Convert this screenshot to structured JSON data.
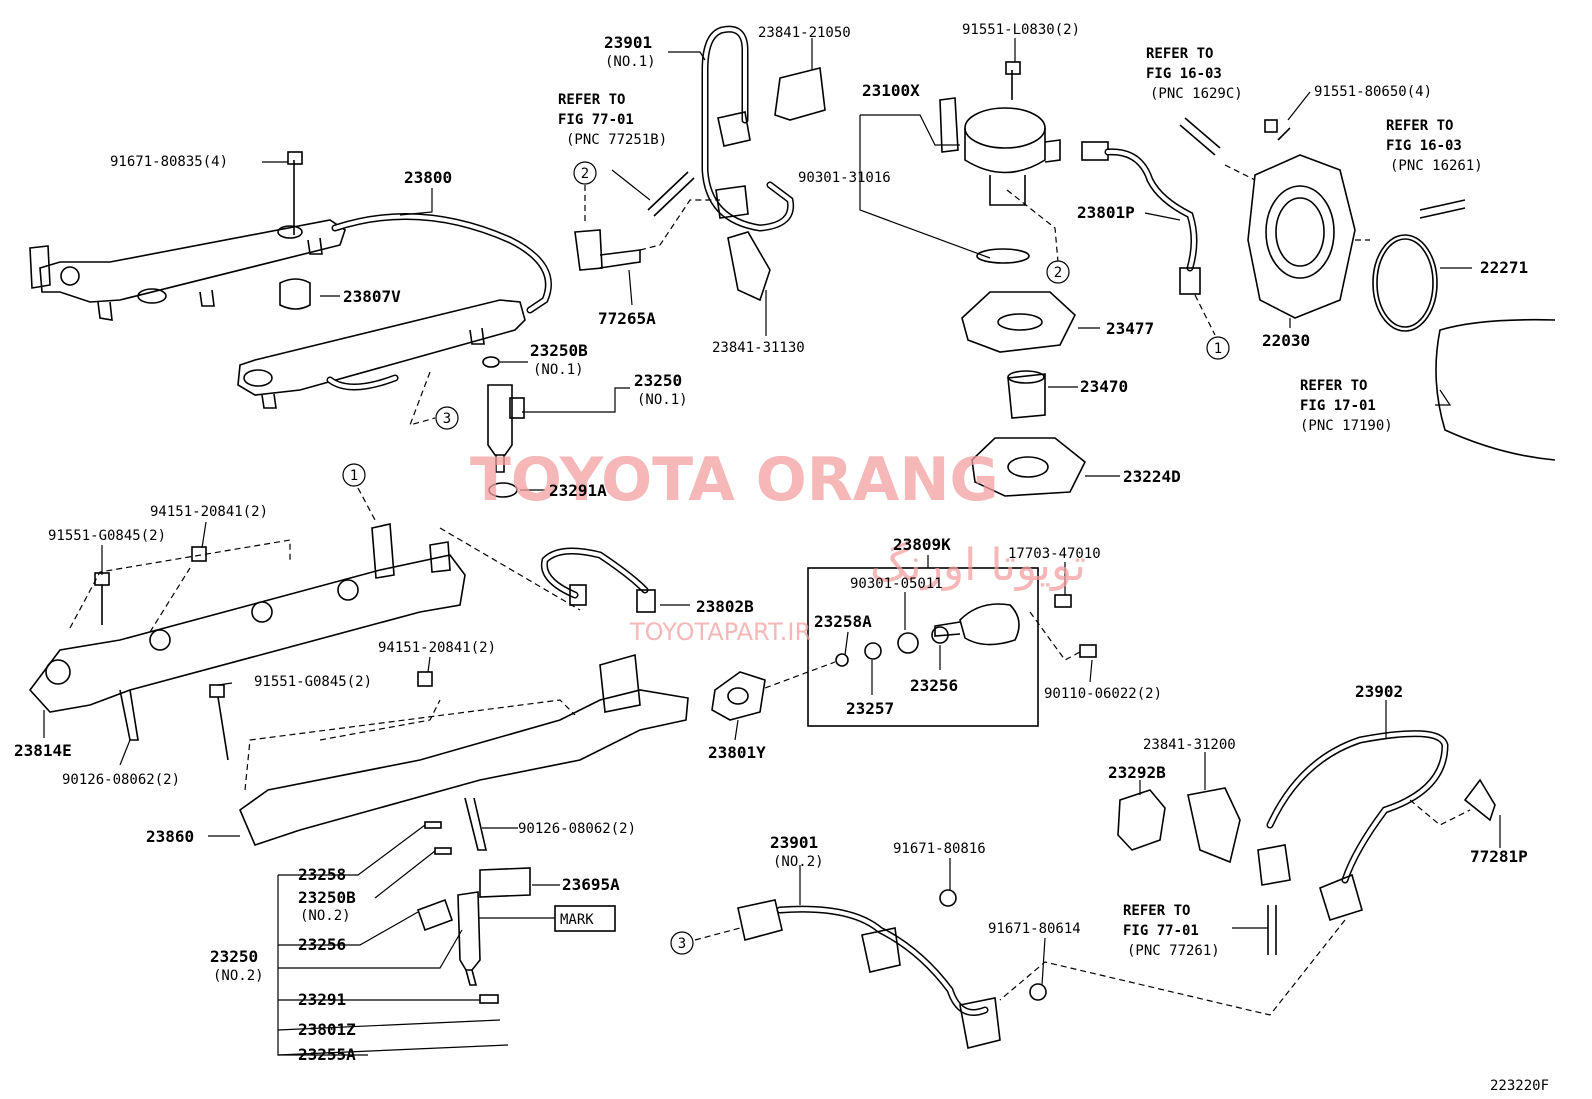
{
  "diagram_code": "223220F",
  "watermark": {
    "brand": "TOYOTA ORANG",
    "persian": "تویوتا اورنگ",
    "site": "TOYOTAPART.IR"
  },
  "mark_label": "MARK",
  "callout_numbers": [
    "1",
    "2",
    "3"
  ],
  "labels": {
    "p23901_no1": "23901",
    "no1_a": "(NO.1)",
    "p23841_21050": "23841-21050",
    "p91551_L0830": "91551-L0830(2)",
    "refer_77_a": "REFER TO",
    "fig_77_a": "FIG 77-01",
    "pnc_77251b": "(PNC 77251B)",
    "p23100x": "23100X",
    "refer_16_a": "REFER TO",
    "fig_16_a": "FIG 16-03",
    "pnc_1629c": "(PNC 1629C)",
    "p91551_80650": "91551-80650(4)",
    "refer_16_b": "REFER TO",
    "fig_16_b": "FIG 16-03",
    "pnc_16261": "(PNC 16261)",
    "p91671_80835": "91671-80835(4)",
    "p23800": "23800",
    "p90301_31016": "90301-31016",
    "p23801p": "23801P",
    "p22271": "22271",
    "p23807v": "23807V",
    "p77265a": "77265A",
    "p23841_31130": "23841-31130",
    "p23477": "23477",
    "p22030": "22030",
    "p23250b_no1": "23250B",
    "no1_b": "(NO.1)",
    "p23250_no1": "23250",
    "no1_c": "(NO.1)",
    "refer_17": "REFER TO",
    "fig_17": "FIG 17-01",
    "pnc_17190": "(PNC 17190)",
    "p23470": "23470",
    "p23291a": "23291A",
    "p23224d": "23224D",
    "p94151_20841_a": "94151-20841(2)",
    "p91551_G0845_a": "91551-G0845(2)",
    "p23809k": "23809K",
    "p17703_47010": "17703-47010",
    "p90301_05011": "90301-05011",
    "p23802b": "23802B",
    "p23258a": "23258A",
    "p94151_20841_b": "94151-20841(2)",
    "p91551_G0845_b": "91551-G0845(2)",
    "p23256_a": "23256",
    "p90110_06022": "90110-06022(2)",
    "p23257": "23257",
    "p23814e": "23814E",
    "p90126_08062_a": "90126-08062(2)",
    "p23801y": "23801Y",
    "p23902": "23902",
    "p23841_31200": "23841-31200",
    "p23292b": "23292B",
    "p23860": "23860",
    "p90126_08062_b": "90126-08062(2)",
    "p23901_no2": "23901",
    "no2_a": "(NO.2)",
    "p91671_80816": "91671-80816",
    "p77281p": "77281P",
    "p23258": "23258",
    "p23695a": "23695A",
    "p23250b_no2": "23250B",
    "no2_b": "(NO.2)",
    "p23256_b": "23256",
    "p23250_no2": "23250",
    "no2_c": "(NO.2)",
    "refer_77_b": "REFER TO",
    "fig_77_b": "FIG 77-01",
    "pnc_77261": "(PNC 77261)",
    "p91671_80614": "91671-80614",
    "p23291": "23291",
    "p23801z": "23801Z",
    "p23255a": "23255A"
  }
}
